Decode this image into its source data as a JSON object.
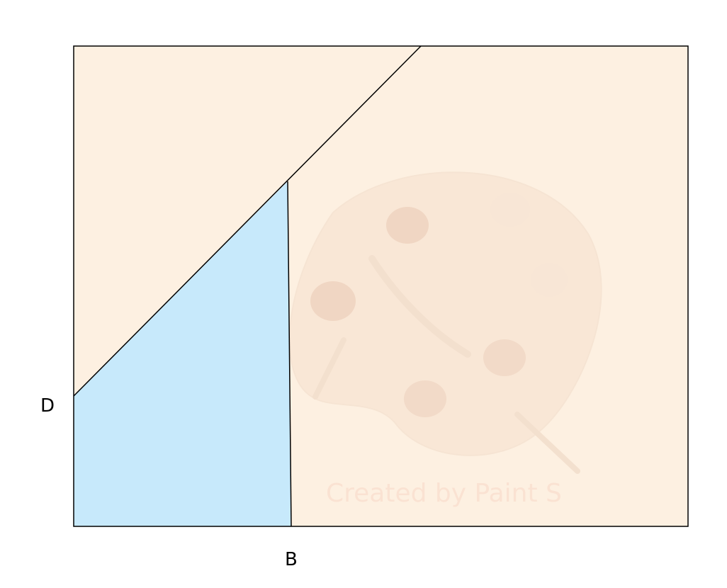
{
  "diagram": {
    "labels": {
      "d": "D",
      "b": "B"
    },
    "watermark": {
      "text": "Created by Paint S"
    },
    "colors": {
      "background": "#fdf0e1",
      "shaded_region": "#c7e9fb",
      "outline": "#000000",
      "watermark": "#f7c9b8"
    }
  }
}
